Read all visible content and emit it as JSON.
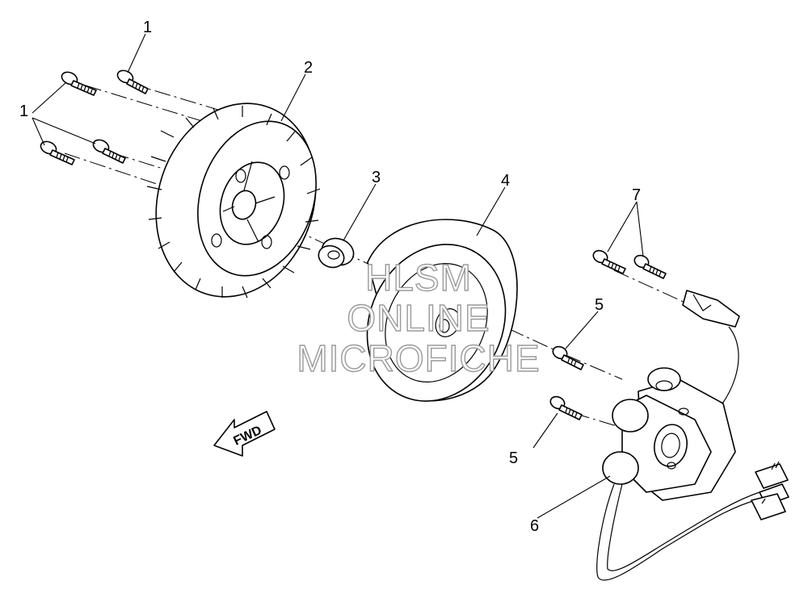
{
  "callouts": [
    {
      "label": "1"
    },
    {
      "label": "1"
    },
    {
      "label": "2"
    },
    {
      "label": "3"
    },
    {
      "label": "4"
    },
    {
      "label": "7"
    },
    {
      "label": "5"
    },
    {
      "label": "5"
    },
    {
      "label": "6"
    }
  ],
  "forward_marker": {
    "label": "FWD"
  },
  "watermark": {
    "line1": "HLSM",
    "line2": "ONLINE",
    "line3": "MICROFICHE"
  }
}
